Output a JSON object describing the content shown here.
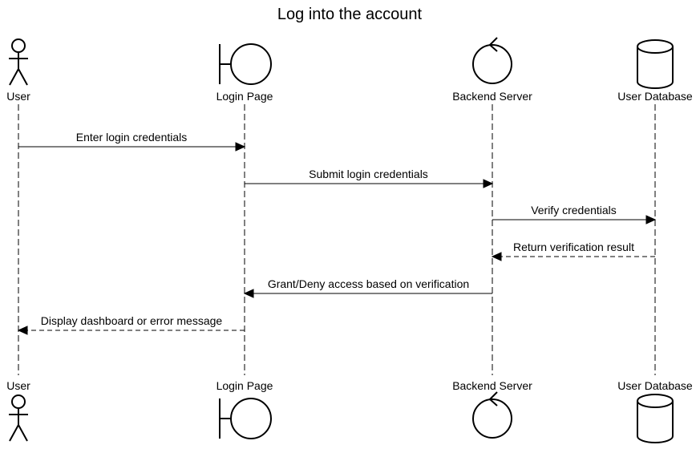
{
  "diagram": {
    "title": "Log into the account",
    "participants": [
      {
        "id": "user",
        "label": "User",
        "kind": "actor"
      },
      {
        "id": "login_page",
        "label": "Login Page",
        "kind": "boundary"
      },
      {
        "id": "backend_server",
        "label": "Backend Server",
        "kind": "control"
      },
      {
        "id": "user_database",
        "label": "User Database",
        "kind": "database"
      }
    ],
    "messages": [
      {
        "from": "user",
        "to": "login_page",
        "label": "Enter login credentials",
        "style": "solid"
      },
      {
        "from": "login_page",
        "to": "backend_server",
        "label": "Submit login credentials",
        "style": "solid"
      },
      {
        "from": "backend_server",
        "to": "user_database",
        "label": "Verify credentials",
        "style": "solid"
      },
      {
        "from": "user_database",
        "to": "backend_server",
        "label": "Return verification result",
        "style": "dashed"
      },
      {
        "from": "backend_server",
        "to": "login_page",
        "label": "Grant/Deny access based on verification",
        "style": "solid"
      },
      {
        "from": "login_page",
        "to": "user",
        "label": "Display dashboard or error message",
        "style": "dashed"
      }
    ]
  }
}
